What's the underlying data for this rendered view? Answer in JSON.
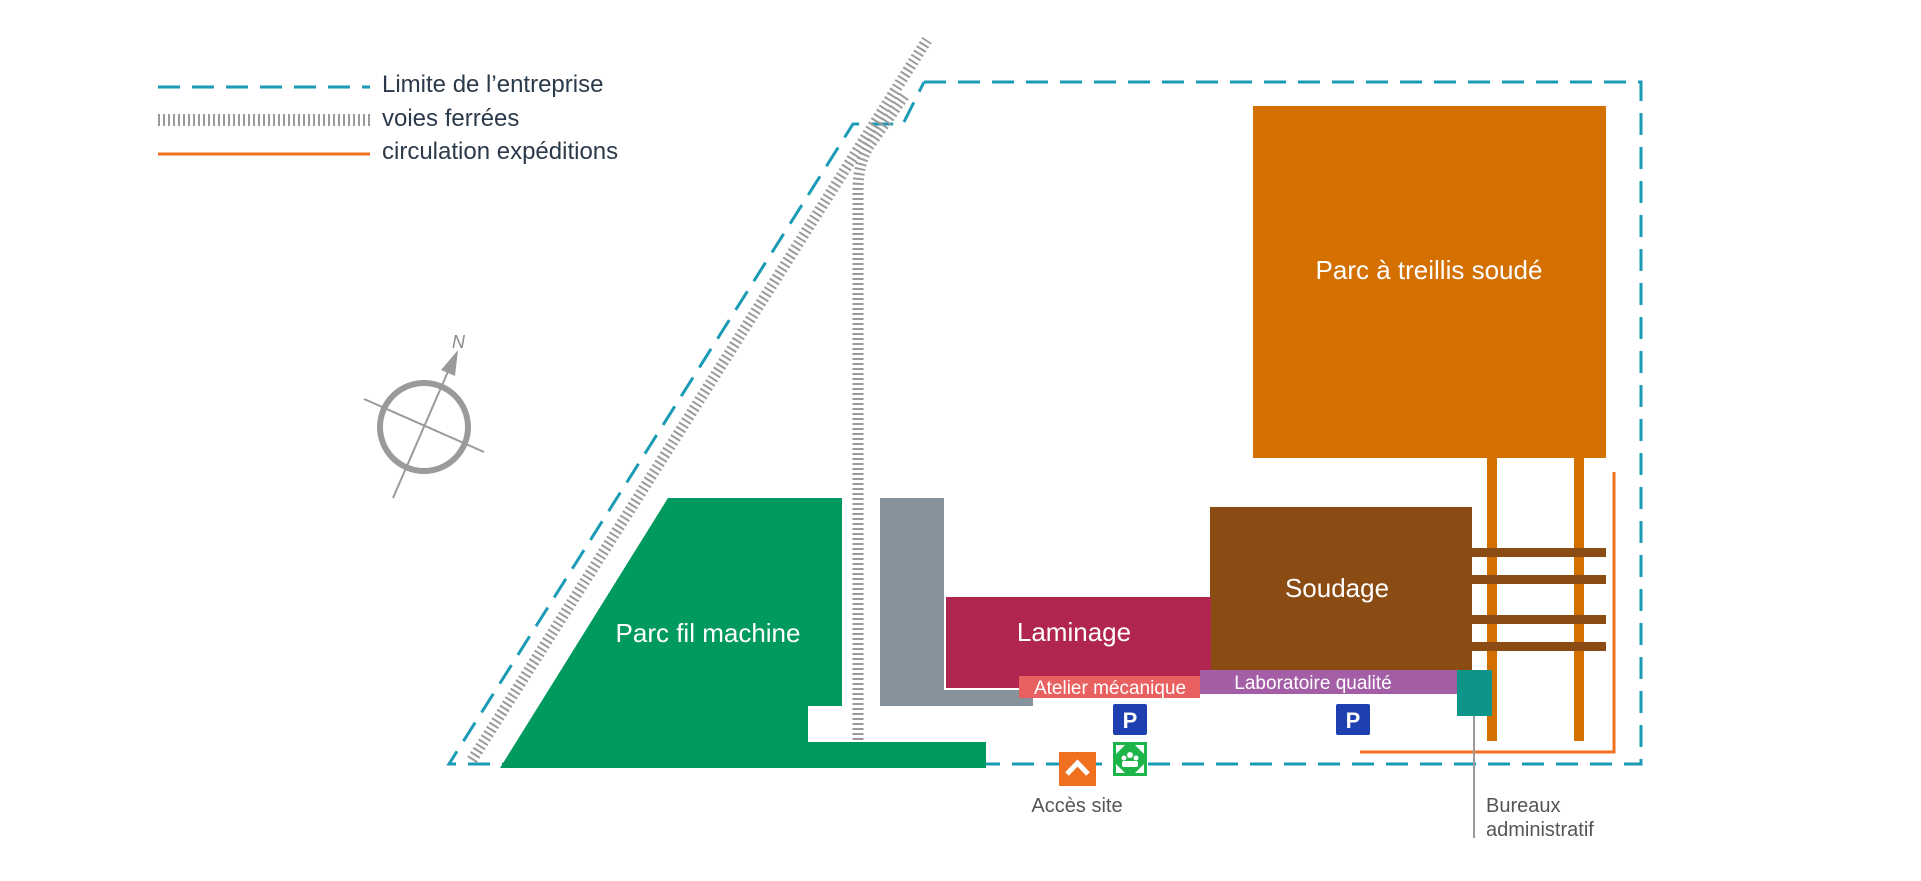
{
  "legend": {
    "boundary_label": "Limite de l’entreprise",
    "railway_label": "voies ferrées",
    "shipping_label": "circulation expéditions"
  },
  "compass": {
    "north_label": "N"
  },
  "zones": {
    "mesh_park": "Parc à treillis soudé",
    "welding": "Soudage",
    "wire_rod_park": "Parc fil machine",
    "rolling": "Laminage",
    "workshop": "Atelier mécanique",
    "laboratory": "Laboratoire qualité"
  },
  "icons": {
    "parking_letter": "P",
    "parking_icon": "parking-icon",
    "access_icon": "access-arrow-icon",
    "assembly_icon": "assembly-point-icon"
  },
  "captions": {
    "site_access": "Accès site",
    "offices_line1": "Bureaux",
    "offices_line2": "administratif"
  },
  "colors": {
    "boundary": "#1b9bb5",
    "railway": "#9a9a9a",
    "shipping": "#f07020",
    "mesh_park": "#d37000",
    "welding": "#8b4c14",
    "wire_rod_park": "#019a5e",
    "rolling": "#b0264f",
    "workshop": "#e8605f",
    "laboratory": "#a35ea6",
    "offices": "#0e9488",
    "storage": "#87939c",
    "parking": "#1e3fb0",
    "access": "#f07020",
    "assembly": "#1db44a"
  }
}
